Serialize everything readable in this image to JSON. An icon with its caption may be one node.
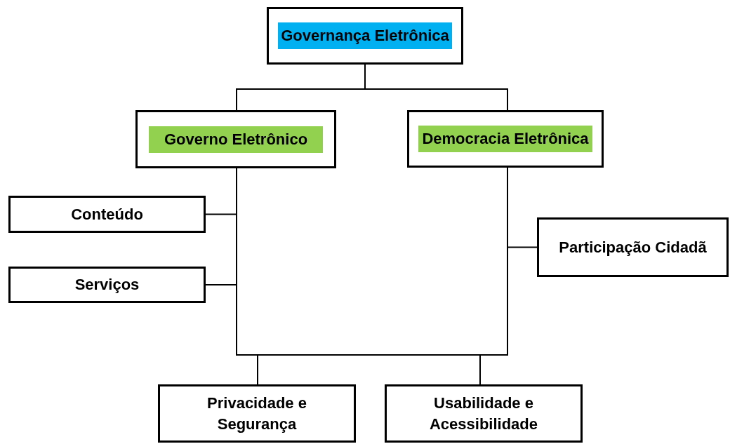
{
  "diagram": {
    "nodes": [
      {
        "text": [
          "Governança Eletrônica"
        ]
      },
      {
        "text": [
          "Governo Eletrônico"
        ]
      },
      {
        "text": [
          "Democracia Eletrônica"
        ]
      },
      {
        "text": [
          "Conteúdo"
        ]
      },
      {
        "text": [
          "Serviços"
        ]
      },
      {
        "text": [
          "Participação Cidadã"
        ]
      },
      {
        "text": [
          "Privacidade e Segurança"
        ]
      },
      {
        "text": [
          "Usabilidade e Acessibilidade"
        ]
      }
    ],
    "edges": [
      {
        "from": 0,
        "to": 1,
        "arrow": "none"
      },
      {
        "from": 0,
        "to": 2,
        "arrow": "none"
      },
      {
        "from": 1,
        "to": 3,
        "arrow": "none"
      },
      {
        "from": 1,
        "to": 4,
        "arrow": "none"
      },
      {
        "from": 2,
        "to": 5,
        "arrow": "none"
      },
      {
        "from": 1,
        "to": 6,
        "arrow": "none"
      },
      {
        "from": 2,
        "to": 6,
        "arrow": "none"
      },
      {
        "from": 1,
        "to": 7,
        "arrow": "none"
      },
      {
        "from": 2,
        "to": 7,
        "arrow": "none"
      }
    ]
  }
}
